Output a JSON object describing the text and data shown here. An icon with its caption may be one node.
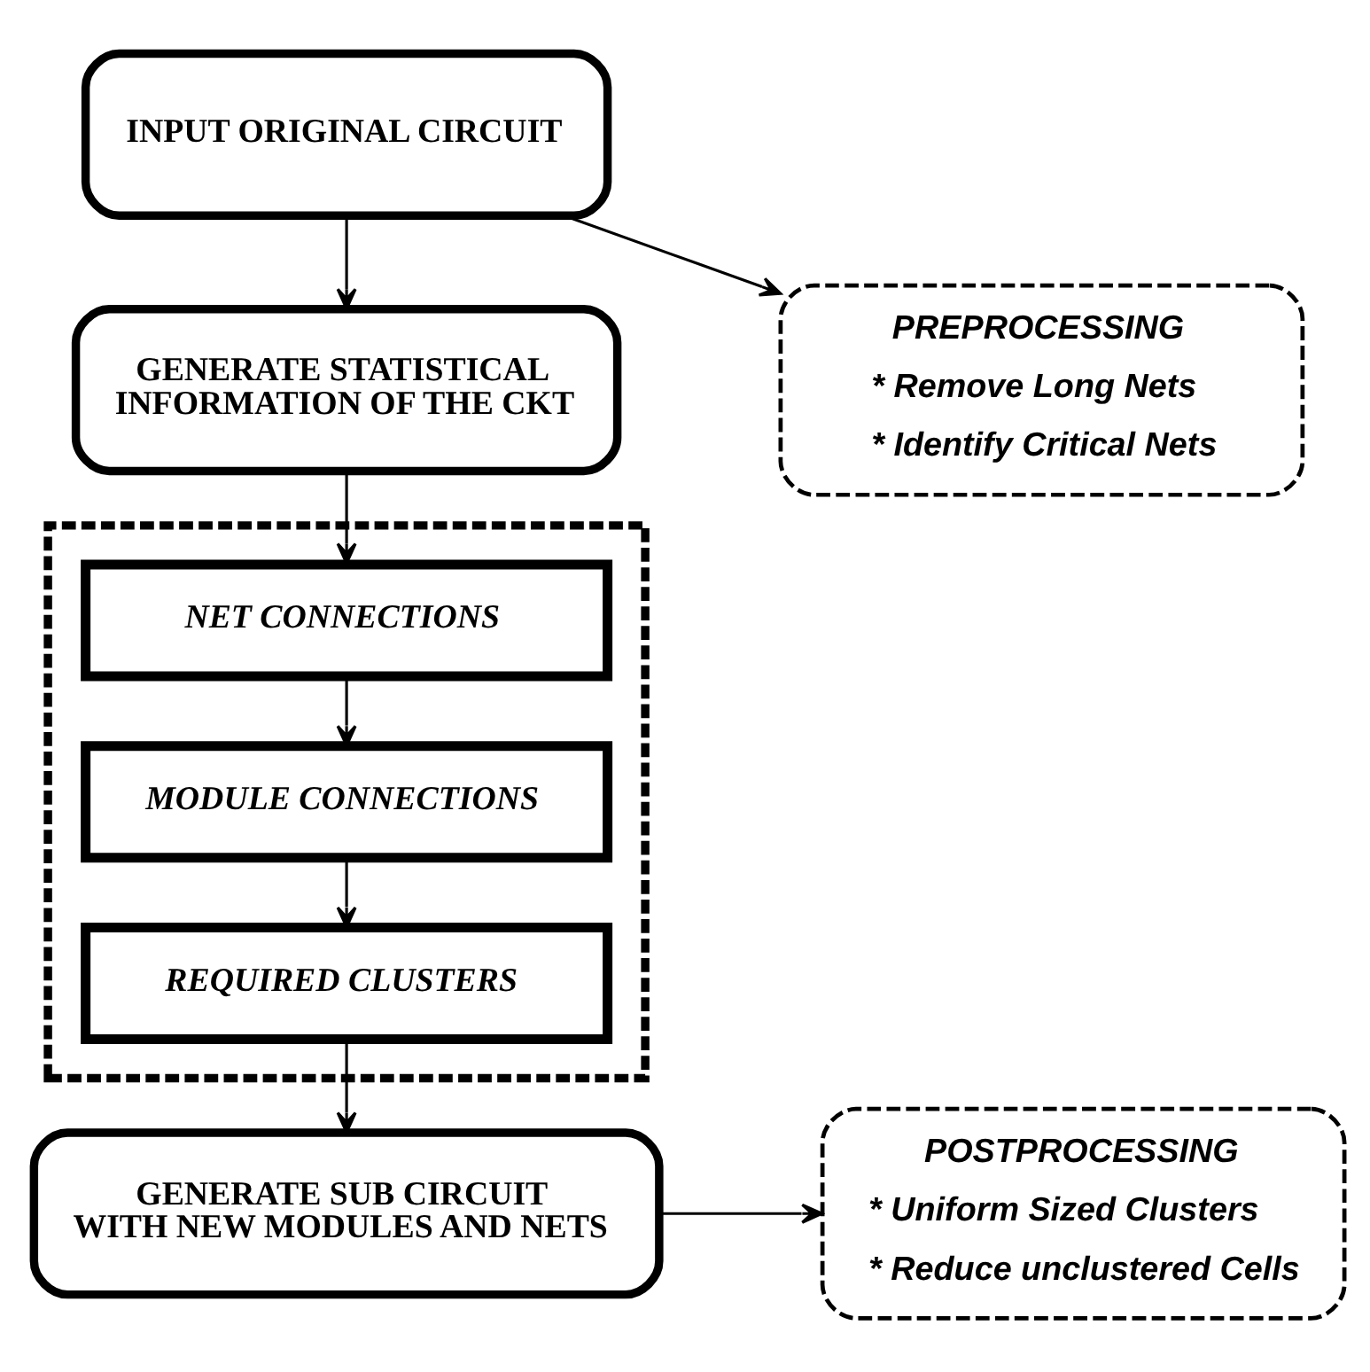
{
  "diagram": {
    "nodes": [
      {
        "text": [
          "INPUT ORIGINAL CIRCUIT"
        ]
      },
      {
        "text": [
          "GENERATE STATISTICAL INFORMATION OF THE CKT"
        ]
      },
      {
        "text": [
          "PREPROCESSING",
          "* Remove Long Nets",
          "* Identify Critical Nets"
        ]
      },
      {
        "text": [],
        "shape": "box"
      },
      {
        "text": [
          "NET CONNECTIONS"
        ],
        "in": 3
      },
      {
        "text": [
          "MODULE CONNECTIONS"
        ],
        "in": 3
      },
      {
        "text": [
          "REQUIRED CLUSTERS"
        ],
        "in": 3
      },
      {
        "text": [
          "GENERATE SUB CIRCUIT WITH NEW MODULES AND NETS"
        ]
      },
      {
        "text": [
          "POSTPROCESSING",
          "* Uniform Sized Clusters",
          "* Reduce unclustered Cells"
        ]
      }
    ],
    "edges": [
      {
        "from": 0,
        "to": 1,
        "arrow": "to"
      },
      {
        "from": 0,
        "to": 2,
        "arrow": "to"
      },
      {
        "from": 1,
        "to": 4,
        "arrow": "to"
      },
      {
        "from": 4,
        "to": 5,
        "arrow": "to"
      },
      {
        "from": 5,
        "to": 6,
        "arrow": "to"
      },
      {
        "from": 6,
        "to": 7,
        "arrow": "to"
      },
      {
        "from": 7,
        "to": 8,
        "arrow": "to"
      }
    ]
  }
}
